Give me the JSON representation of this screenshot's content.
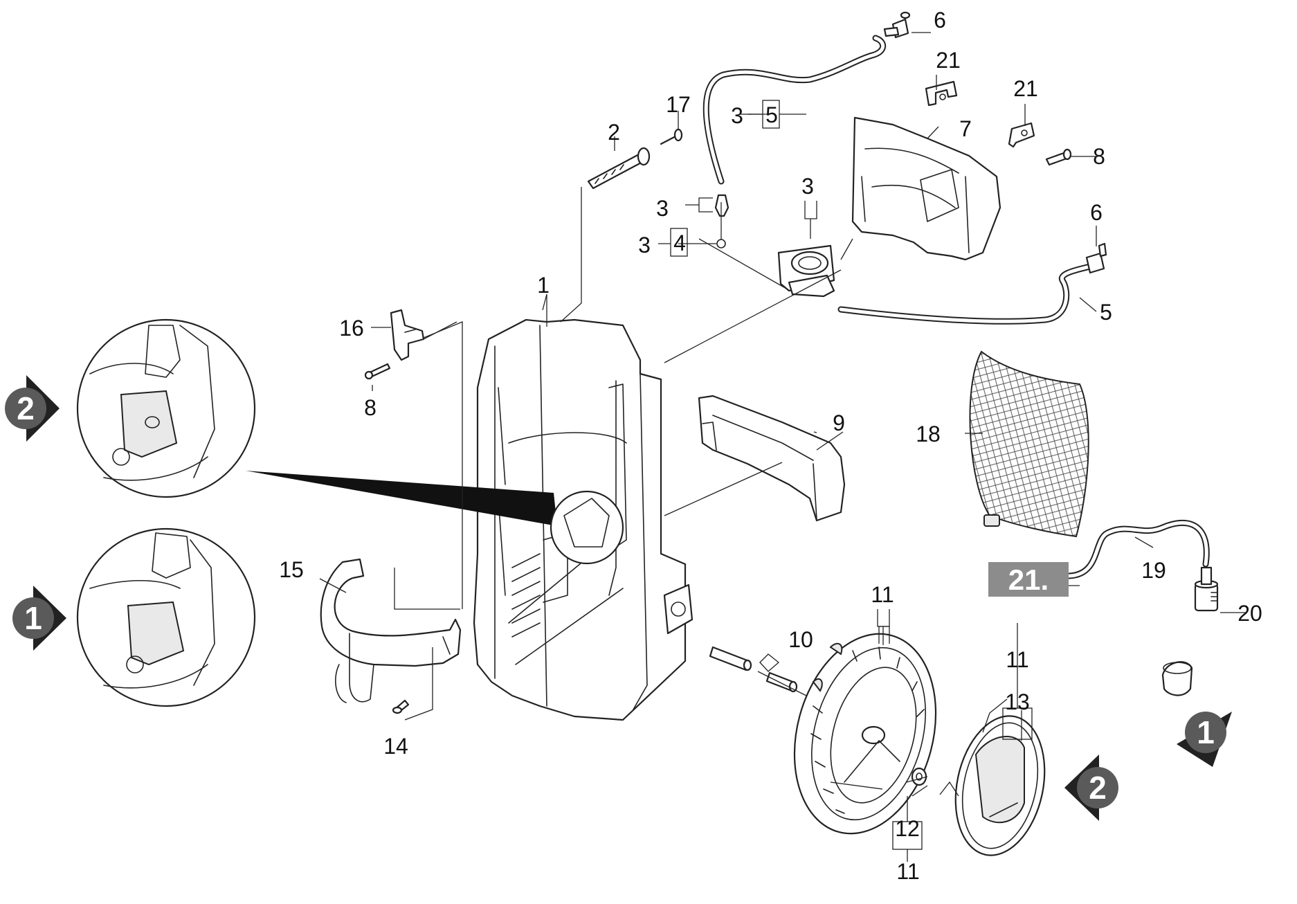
{
  "diagram": {
    "labels": {
      "p1": "1",
      "p2": "2",
      "p3a": "3",
      "p3b": "3",
      "p3c": "3",
      "p3d": "3",
      "p4": "4",
      "p5a": "5",
      "p5b": "5",
      "p6a": "6",
      "p6b": "6",
      "p7": "7",
      "p8a": "8",
      "p8b": "8",
      "p9": "9",
      "p10": "10",
      "p11a": "11",
      "p11b": "11",
      "p11c": "11",
      "p12": "12",
      "p13": "13",
      "p14": "14",
      "p15": "15",
      "p16": "16",
      "p17": "17",
      "p18": "18",
      "p19": "19",
      "p20": "20",
      "p21a": "21",
      "p21b": "21"
    },
    "ref_label": "21.",
    "badges": {
      "b1_left": "1",
      "b2_left": "2",
      "b1_right": "1",
      "b2_right": "2"
    }
  }
}
